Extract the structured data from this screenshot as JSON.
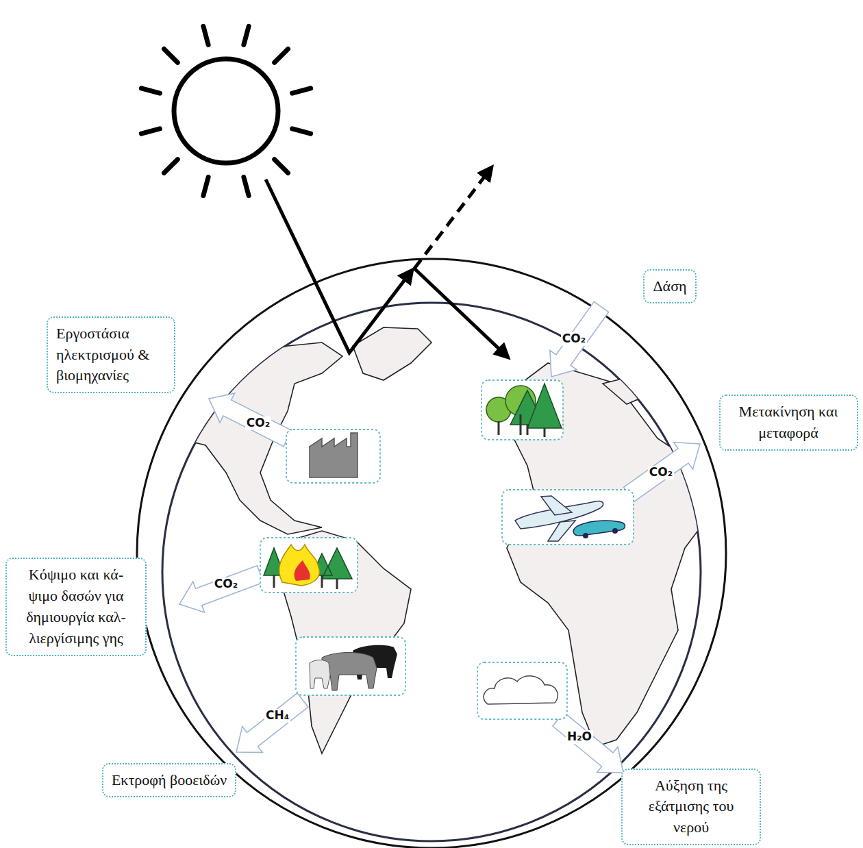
{
  "diagram": {
    "nodes": [
      {
        "text": [
          "Δάση"
        ]
      },
      {
        "text": [
          "Εργοστάσια ηλεκτρισμού & βιομηχανίες"
        ]
      },
      {
        "text": [
          "Μετακίνηση και μεταφορά"
        ]
      },
      {
        "text": [
          "Κόψιμο και κά- ψιμο δασών για δημιουργία καλ- λιεργίσιμης γης"
        ]
      },
      {
        "text": [
          "Εκτροφή βοοειδών"
        ]
      },
      {
        "text": [
          "Αύξηση της εξάτμισης του νερού"
        ]
      }
    ],
    "labels": [
      "CO₂",
      "CO₂",
      "CO₂",
      "CO₂",
      "CH₄",
      "H₂O"
    ]
  }
}
